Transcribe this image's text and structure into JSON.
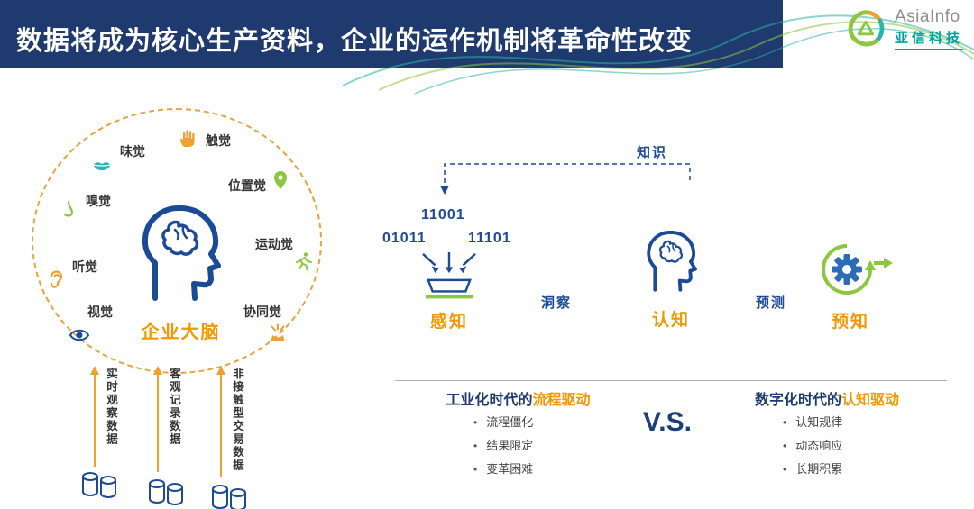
{
  "colors": {
    "header_navy": "#1f3a6e",
    "navy": "#1b4a97",
    "accent_orange": "#f39800",
    "green": "#8dc63f",
    "teal": "#00a19c",
    "gear_blue": "#2b6cb8"
  },
  "header": {
    "title": "数据将成为核心生产资料，企业的运作机制将革命性改变",
    "logo": {
      "en": "AsiaInfo",
      "cn": "亚信科技"
    }
  },
  "brain": {
    "center_label": "企业大脑",
    "center_icon": "head-brain-icon",
    "senses": [
      {
        "label": "触觉",
        "icon": "hand-icon"
      },
      {
        "label": "味觉",
        "icon": "mouth-icon"
      },
      {
        "label": "位置觉",
        "icon": "map-pin-icon"
      },
      {
        "label": "嗅觉",
        "icon": "nose-icon"
      },
      {
        "label": "运动觉",
        "icon": "runner-icon"
      },
      {
        "label": "听觉",
        "icon": "ear-icon"
      },
      {
        "label": "协同觉",
        "icon": "collaboration-icon"
      },
      {
        "label": "视觉",
        "icon": "eye-icon"
      }
    ],
    "data_sources": [
      "实时观察数据",
      "客观记录数据",
      "非接触型交易数据"
    ]
  },
  "flow": {
    "knowledge_label": "知识",
    "binary": [
      "11001",
      "01011",
      "11101"
    ],
    "stages": [
      {
        "label": "感知",
        "icon": "collector-funnel-icon"
      },
      {
        "label": "认知",
        "icon": "head-brain-icon"
      },
      {
        "label": "预知",
        "icon": "gear-cycle-icon"
      }
    ],
    "arrows": [
      "洞察",
      "预测"
    ]
  },
  "comparison": {
    "vs": "V.S.",
    "left": {
      "title_prefix": "工业化时代的",
      "title_highlight": "流程驱动",
      "bullets": [
        "流程僵化",
        "结果限定",
        "变革困难"
      ]
    },
    "right": {
      "title_prefix": "数字化时代的",
      "title_highlight": "认知驱动",
      "bullets": [
        "认知规律",
        "动态响应",
        "长期积累"
      ]
    }
  }
}
